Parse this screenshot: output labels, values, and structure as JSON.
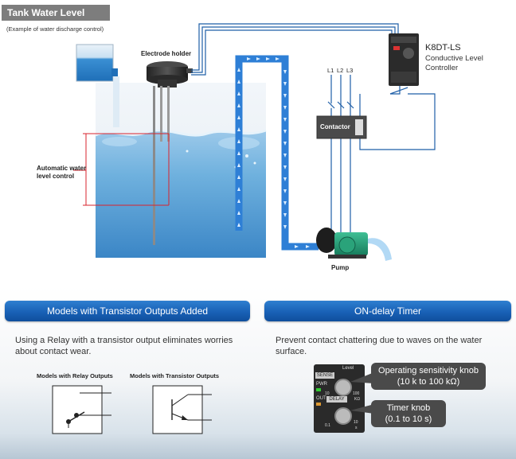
{
  "header": {
    "title": "Tank Water Level Control",
    "subtitle": "(Example of water discharge control)"
  },
  "diagram": {
    "electrode_label": "Electrode holder",
    "auto_level_label_line1": "Automatic water",
    "auto_level_label_line2": "level control",
    "controller_model": "K8DT-LS",
    "controller_desc_line1": "Conductive Level",
    "controller_desc_line2": "Controller",
    "phase_labels": [
      "L1",
      "L2",
      "L3"
    ],
    "contactor_label": "Contactor",
    "pump_label": "Pump",
    "colors": {
      "pipe": "#2e7fd6",
      "wire": "#1f5fa8",
      "water": "#6fb1de"
    }
  },
  "panels": {
    "left": {
      "heading": "Models with Transistor Outputs Added",
      "body_line1": "Using a Relay with a transistor output eliminates worries",
      "body_line2": "about contact wear.",
      "relay_label": "Models with Relay Outputs",
      "transistor_label": "Models with Transistor Outputs"
    },
    "right": {
      "heading": "ON-delay Timer",
      "body_line1": "Prevent contact chattering due to waves on the water",
      "body_line2": "surface.",
      "knob1_line1": "Operating sensitivity knob",
      "knob1_line2": "(10 k to 100 kΩ)",
      "knob2_line1": "Timer knob",
      "knob2_line2": "(0.1 to 10 s)",
      "device_labels": {
        "level": "Level",
        "sense": "SENSE",
        "pwr": "PWR",
        "out": "OUT",
        "delay": "DELAY",
        "k10": "10",
        "k100": "100",
        "kohm": "KΩ",
        "s01": "0.1",
        "s10": "10",
        "s": "s"
      }
    }
  }
}
